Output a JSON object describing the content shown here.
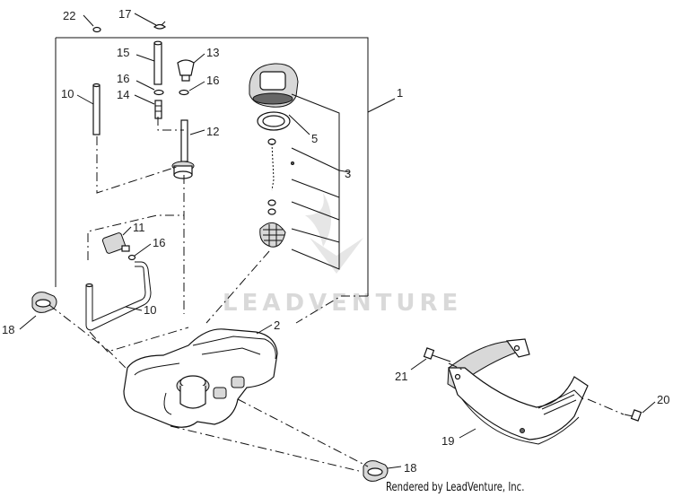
{
  "watermark": {
    "text": "LEADVENTURE"
  },
  "credit": "Rendered by LeadVenture, Inc.",
  "callouts": {
    "c1": "1",
    "c2": "2",
    "c3": "3",
    "c5": "5",
    "c10a": "10",
    "c10b": "10",
    "c11": "11",
    "c12": "12",
    "c13": "13",
    "c14": "14",
    "c15": "15",
    "c16a": "16",
    "c16b": "16",
    "c16c": "16",
    "c17": "17",
    "c18a": "18",
    "c18b": "18",
    "c19": "19",
    "c20": "20",
    "c21": "21",
    "c22": "22"
  },
  "colors": {
    "line": "#111111",
    "watermark": "#d9d9d9",
    "background": "#ffffff"
  }
}
